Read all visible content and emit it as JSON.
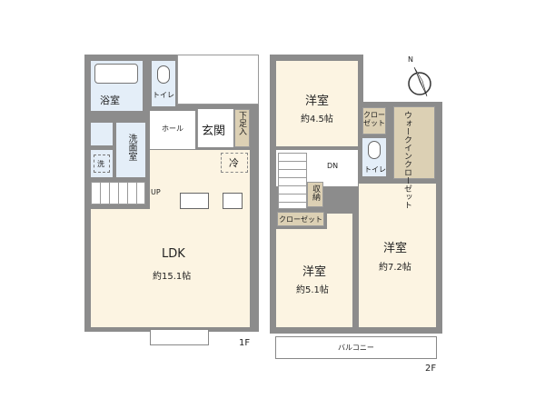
{
  "floor1": {
    "label": "1F",
    "rooms": {
      "bath": "浴室",
      "toilet": "トイレ",
      "hall": "ホール",
      "entrance": "玄関",
      "shoe_storage": "下足入",
      "washroom": "洗面室",
      "washer": "洗",
      "fridge": "冷",
      "stairs": "UP",
      "ldk": "LDK",
      "ldk_size": "約15.1帖"
    }
  },
  "floor2": {
    "label": "2F",
    "rooms": {
      "room_a": "洋室",
      "room_a_size": "約4.5帖",
      "closet_a": "クローゼット",
      "walk_in": "ウォークインクローゼット",
      "toilet": "トイレ",
      "stairs": "DN",
      "storage": "収納",
      "closet_b": "クローゼット",
      "room_b": "洋室",
      "room_b_size": "約5.1帖",
      "room_c": "洋室",
      "room_c_size": "約7.2帖",
      "balcony": "バルコニー"
    }
  },
  "compass": "N"
}
